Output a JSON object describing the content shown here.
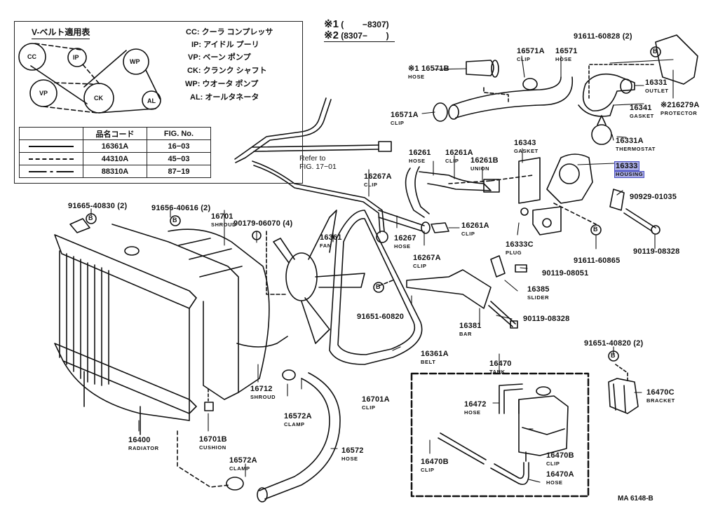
{
  "belt_legend": {
    "title": "V-ベルト適用表",
    "pulleys": [
      "CC",
      "IP",
      "WP",
      "VP",
      "CK",
      "AL"
    ],
    "abbreviations": [
      {
        "key": "CC",
        "label": "クーラ コンプレッサ"
      },
      {
        "key": "IP",
        "label": "アイドル プーリ"
      },
      {
        "key": "VP",
        "label": "ベーン ポンプ"
      },
      {
        "key": "CK",
        "label": "クランク シャフト"
      },
      {
        "key": "WP",
        "label": "ウオータ ポンプ"
      },
      {
        "key": "AL",
        "label": "オールタネータ"
      }
    ],
    "table": {
      "headers": [
        "",
        "品名コード",
        "FIG. No."
      ],
      "rows": [
        {
          "line": "solid",
          "code": "16361A",
          "fig": "16−03"
        },
        {
          "line": "dashed",
          "code": "44310A",
          "fig": "45−03"
        },
        {
          "line": "dash-dot",
          "code": "88310A",
          "fig": "87−19"
        }
      ]
    }
  },
  "serial_note": {
    "line1_mark": "※1",
    "line1_range": "(        −8307)",
    "line2_mark": "※2",
    "line2_range": "(8307−        )"
  },
  "reference_note": {
    "line1": "Refer to",
    "line2": "FIG. 17−01"
  },
  "callouts": [
    {
      "id": "16571B",
      "num": "※1 16571B",
      "name": "HOSE"
    },
    {
      "id": "16571A-top",
      "num": "16571A",
      "name": "CLIP"
    },
    {
      "id": "16571",
      "num": "16571",
      "name": "HOSE"
    },
    {
      "id": "16571A-left",
      "num": "16571A",
      "name": "CLIP"
    },
    {
      "id": "91611-60828",
      "num": "91611-60828 (2)",
      "name": ""
    },
    {
      "id": "16331",
      "num": "16331",
      "name": "OUTLET"
    },
    {
      "id": "16279A",
      "num": "※216279A",
      "name": "PROTECTOR"
    },
    {
      "id": "16341",
      "num": "16341",
      "name": "GASKET"
    },
    {
      "id": "16331A",
      "num": "16331A",
      "name": "THERMOSTAT"
    },
    {
      "id": "16343",
      "num": "16343",
      "name": "GASKET"
    },
    {
      "id": "16333",
      "num": "16333",
      "name": "HOUSING",
      "highlighted": true
    },
    {
      "id": "16261",
      "num": "16261",
      "name": "HOSE"
    },
    {
      "id": "16261A-top",
      "num": "16261A",
      "name": "CLIP"
    },
    {
      "id": "16261B",
      "num": "16261B",
      "name": "UNION"
    },
    {
      "id": "16267A-top",
      "num": "16267A",
      "name": "CLIP"
    },
    {
      "id": "16261A-low",
      "num": "16261A",
      "name": "CLIP"
    },
    {
      "id": "16267",
      "num": "16267",
      "name": "HOSE"
    },
    {
      "id": "16267A-low",
      "num": "16267A",
      "name": "CLIP"
    },
    {
      "id": "90929-01035",
      "num": "90929-01035",
      "name": ""
    },
    {
      "id": "16333C",
      "num": "16333C",
      "name": "PLUG"
    },
    {
      "id": "91611-60865",
      "num": "91611-60865",
      "name": ""
    },
    {
      "id": "90119-08328-top",
      "num": "90119-08328",
      "name": ""
    },
    {
      "id": "90119-08051",
      "num": "90119-08051",
      "name": ""
    },
    {
      "id": "16385",
      "num": "16385",
      "name": "SLIDER"
    },
    {
      "id": "90119-08328-low",
      "num": "90119-08328",
      "name": ""
    },
    {
      "id": "16381",
      "num": "16381",
      "name": "BAR"
    },
    {
      "id": "91651-60820",
      "num": "91651-60820",
      "name": ""
    },
    {
      "id": "16361",
      "num": "16361",
      "name": "FAN"
    },
    {
      "id": "90179-06070",
      "num": "90179-06070 (4)",
      "name": ""
    },
    {
      "id": "16701",
      "num": "16701",
      "name": "SHROUD"
    },
    {
      "id": "91665-40830",
      "num": "91665-40830 (2)",
      "name": ""
    },
    {
      "id": "91656-40616",
      "num": "91656-40616 (2)",
      "name": ""
    },
    {
      "id": "16361A",
      "num": "16361A",
      "name": "BELT"
    },
    {
      "id": "16712",
      "num": "16712",
      "name": "SHROUD"
    },
    {
      "id": "16701A",
      "num": "16701A",
      "name": "CLIP"
    },
    {
      "id": "16572A-top",
      "num": "16572A",
      "name": "CLAMP"
    },
    {
      "id": "16400",
      "num": "16400",
      "name": "RADIATOR"
    },
    {
      "id": "16701B",
      "num": "16701B",
      "name": "CUSHION"
    },
    {
      "id": "16572A-low",
      "num": "16572A",
      "name": "CLAMP"
    },
    {
      "id": "16572",
      "num": "16572",
      "name": "HOSE"
    },
    {
      "id": "16470",
      "num": "16470",
      "name": "TANK"
    },
    {
      "id": "16472",
      "num": "16472",
      "name": "HOSE"
    },
    {
      "id": "16470B-left",
      "num": "16470B",
      "name": "CLIP"
    },
    {
      "id": "16470B-right",
      "num": "16470B",
      "name": "CLIP"
    },
    {
      "id": "16470A",
      "num": "16470A",
      "name": "HOSE"
    },
    {
      "id": "91651-40820",
      "num": "91651-40820 (2)",
      "name": ""
    },
    {
      "id": "16470C",
      "num": "16470C",
      "name": "BRACKET"
    }
  ],
  "bolt_marker": "B",
  "highlight_color": "#a9ace6",
  "illustration_code": "MA 6148-B"
}
